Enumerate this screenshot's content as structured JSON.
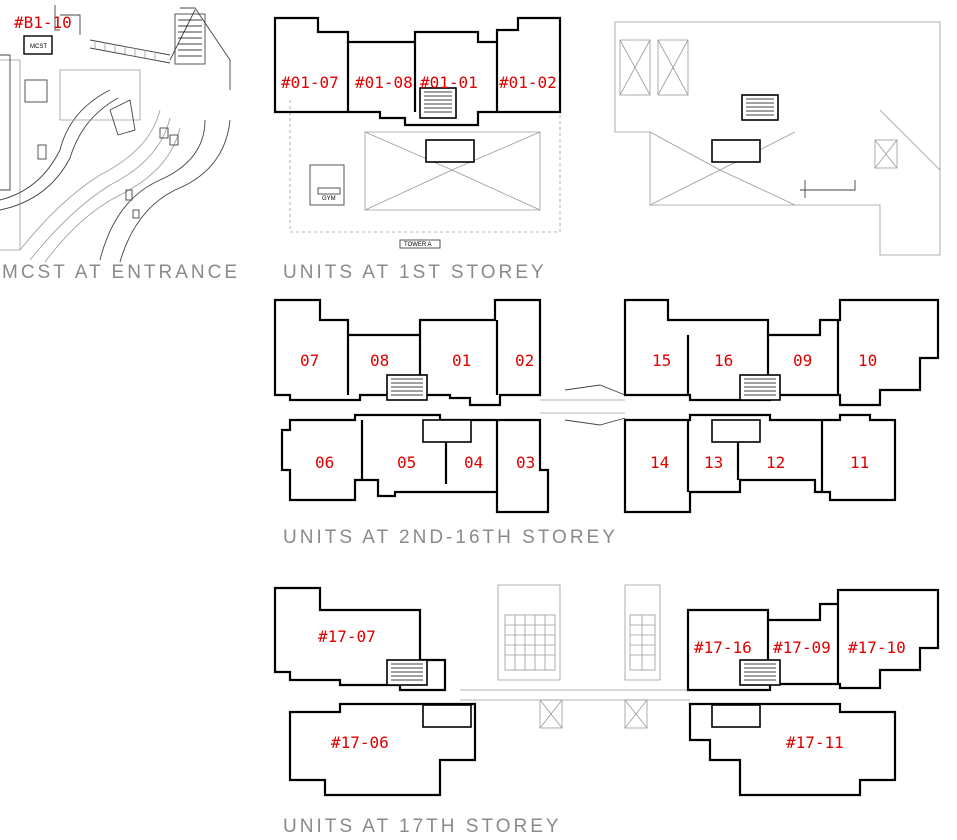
{
  "captions": {
    "entrance": "MCST AT ENTRANCE",
    "storey1": "UNITS AT 1ST STOREY",
    "storey2": "UNITS AT 2ND-16TH STOREY",
    "storey17": "UNITS AT 17TH STOREY"
  },
  "entrance": {
    "unit_label": "#B1-10",
    "mcst_tag": "MCST"
  },
  "storey1": {
    "tower_tag": "TOWER A",
    "gym_tag": "GYM",
    "units": [
      "#01-07",
      "#01-08",
      "#01-01",
      "#01-02"
    ]
  },
  "storey2": {
    "units_top": [
      "07",
      "08",
      "01",
      "02",
      "15",
      "16",
      "09",
      "10"
    ],
    "units_bottom": [
      "06",
      "05",
      "04",
      "03",
      "14",
      "13",
      "12",
      "11"
    ]
  },
  "storey17": {
    "units": [
      "#17-07",
      "#17-16",
      "#17-09",
      "#17-10",
      "#17-06",
      "#17-11"
    ]
  }
}
